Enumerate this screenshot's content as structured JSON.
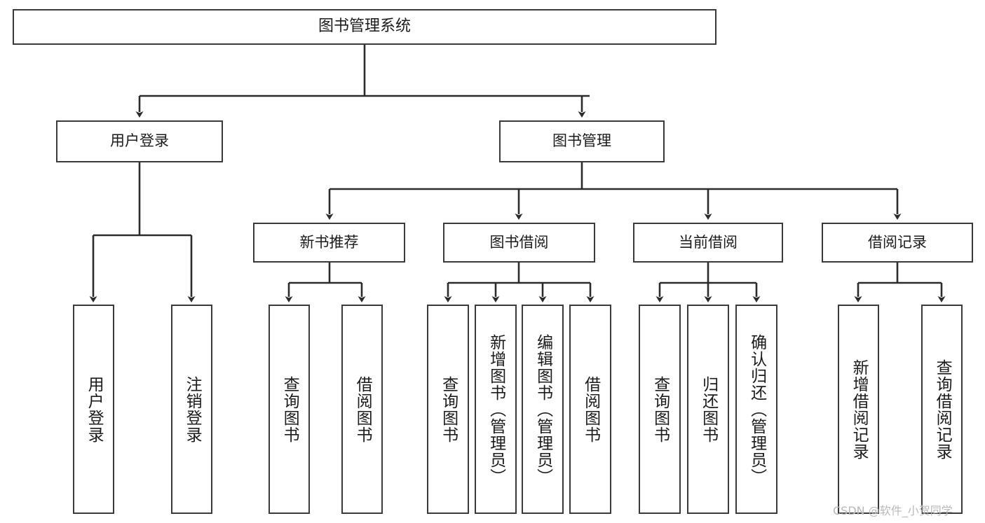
{
  "diagram": {
    "type": "tree-hierarchy",
    "title": "图书管理系统",
    "root": {
      "id": "root",
      "label": "图书管理系统",
      "orientation": "horizontal"
    },
    "level2": [
      {
        "id": "user-login",
        "label": "用户登录",
        "orientation": "horizontal"
      },
      {
        "id": "book-manage",
        "label": "图书管理",
        "orientation": "horizontal"
      }
    ],
    "level3": [
      {
        "id": "new-book-recommend",
        "label": "新书推荐",
        "orientation": "horizontal",
        "parent": "book-manage"
      },
      {
        "id": "book-borrow",
        "label": "图书借阅",
        "orientation": "horizontal",
        "parent": "book-manage"
      },
      {
        "id": "current-borrow",
        "label": "当前借阅",
        "orientation": "horizontal",
        "parent": "book-manage"
      },
      {
        "id": "borrow-record",
        "label": "借阅记录",
        "orientation": "horizontal",
        "parent": "book-manage"
      }
    ],
    "leaves": {
      "user_login": [
        {
          "id": "leaf-user-login",
          "label": "用户登录"
        },
        {
          "id": "leaf-user-logout",
          "label": "注销登录"
        }
      ],
      "new_book_recommend": [
        {
          "id": "leaf-query-book-1",
          "label": "查询图书"
        },
        {
          "id": "leaf-borrow-book-1",
          "label": "借阅图书"
        }
      ],
      "book_borrow": [
        {
          "id": "leaf-query-book-2",
          "label": "查询图书"
        },
        {
          "id": "leaf-add-book",
          "label": "新增图书（管理员）"
        },
        {
          "id": "leaf-edit-book",
          "label": "编辑图书（管理员）"
        },
        {
          "id": "leaf-borrow-book-2",
          "label": "借阅图书"
        }
      ],
      "current_borrow": [
        {
          "id": "leaf-query-book-3",
          "label": "查询图书"
        },
        {
          "id": "leaf-return-book",
          "label": "归还图书"
        },
        {
          "id": "leaf-confirm-return",
          "label": "确认归还（管理员）"
        }
      ],
      "borrow_record": [
        {
          "id": "leaf-add-record",
          "label": "新增借阅记录"
        },
        {
          "id": "leaf-query-record",
          "label": "查询借阅记录"
        }
      ]
    },
    "watermark": "CSDN @软件_小贺同学",
    "colors": {
      "stroke": "#3a3a3a",
      "fill": "#ffffff",
      "text": "#1b1b1b",
      "watermark": "#b9b9b9"
    }
  }
}
